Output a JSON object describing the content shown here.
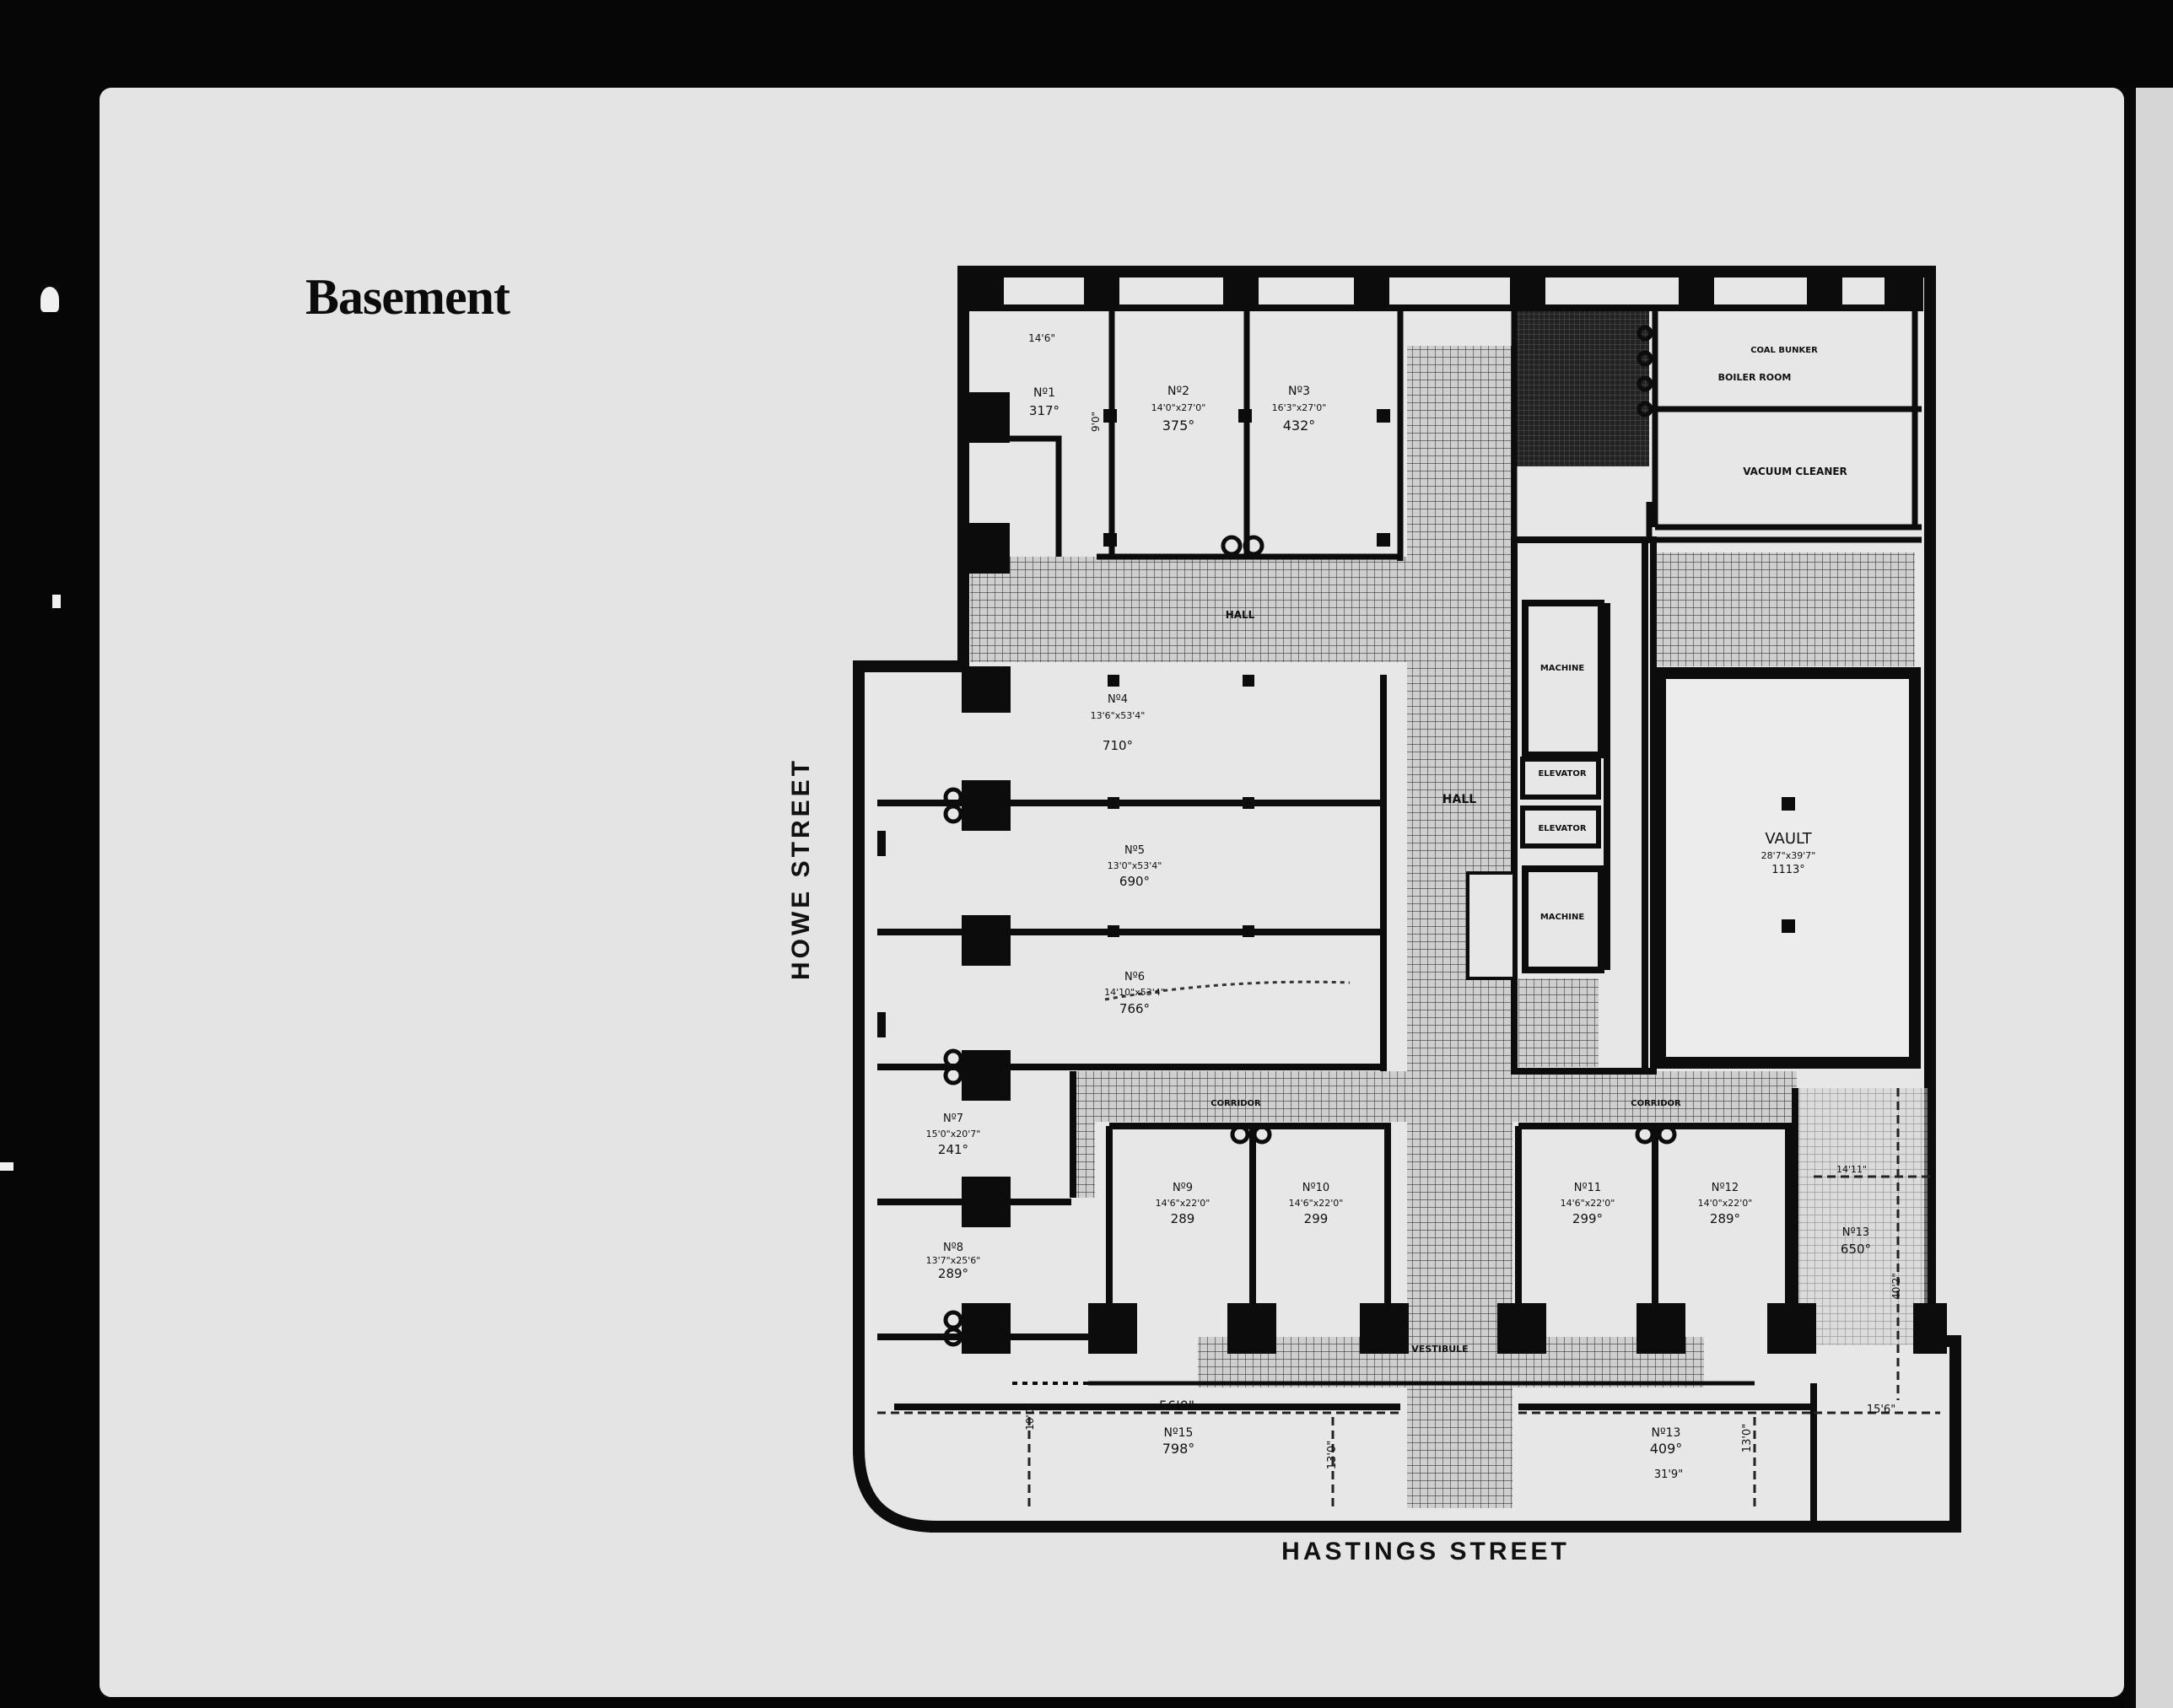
{
  "heading": "Basement",
  "streets": {
    "west": "HOWE STREET",
    "south": "HASTINGS STREET"
  },
  "colors": {
    "page": "#e4e4e4",
    "ink": "#111111",
    "frame": "#060606"
  },
  "rooms": [
    {
      "id": "no1",
      "name": "Nº1",
      "area": "317°"
    },
    {
      "id": "no2",
      "name": "Nº2",
      "dims": "14'0\"x27'0\"",
      "area": "375°"
    },
    {
      "id": "no3",
      "name": "Nº3",
      "dims": "16'3\"x27'0\"",
      "area": "432°"
    },
    {
      "id": "no4",
      "name": "Nº4",
      "dims": "13'6\"x53'4\"",
      "area": "710°"
    },
    {
      "id": "no5",
      "name": "Nº5",
      "dims": "13'0\"x53'4\"",
      "area": "690°"
    },
    {
      "id": "no6",
      "name": "Nº6",
      "dims": "14'10\"x53'4\"",
      "area": "766°"
    },
    {
      "id": "no7",
      "name": "Nº7",
      "dims": "15'0\"x20'7\"",
      "area": "241°"
    },
    {
      "id": "no8",
      "name": "Nº8",
      "dims": "13'7\"x25'6\"",
      "area": "289°"
    },
    {
      "id": "no9",
      "name": "Nº9",
      "dims": "14'6\"x22'0\"",
      "area": "289"
    },
    {
      "id": "no10",
      "name": "Nº10",
      "dims": "14'6\"x22'0\"",
      "area": "299"
    },
    {
      "id": "no11",
      "name": "Nº11",
      "dims": "14'6\"x22'0\"",
      "area": "299°"
    },
    {
      "id": "no12",
      "name": "Nº12",
      "dims": "14'0\"x22'0\"",
      "area": "289°"
    },
    {
      "id": "no13e",
      "name": "Nº13",
      "area": "650°"
    },
    {
      "id": "no15",
      "name": "Nº15",
      "area": "798°"
    },
    {
      "id": "no13s",
      "name": "Nº13",
      "area": "409°"
    },
    {
      "id": "vault",
      "name": "VAULT",
      "dims": "28'7\"x39'7\"",
      "area": "1113°"
    }
  ],
  "labels": {
    "hall_north": "HALL",
    "hall_center": "HALL",
    "vestibule": "VESTIBULE",
    "corridor_west": "CORRIDOR",
    "corridor_east": "CORRIDOR",
    "coal_bunker": "COAL BUNKER",
    "boiler_room": "BOILER ROOM",
    "vacuum_cleaner": "VACUUM CLEANER",
    "elevator_1": "ELEVATOR",
    "elevator_2": "ELEVATOR",
    "machine_1": "MACHINE",
    "machine_2": "MACHINE"
  },
  "dimensions": {
    "d_14_6": "14'6\"",
    "d_56_0": "56'0\"",
    "d_13_0a": "13'0\"",
    "d_13_0b": "13'0\"",
    "d_31_9": "31'9\"",
    "d_15_6": "15'6\"",
    "d_14_11": "14'11\"",
    "d_40_2": "40'2\"",
    "d_10_0": "10'0\"",
    "d_9_0": "9'0\""
  }
}
